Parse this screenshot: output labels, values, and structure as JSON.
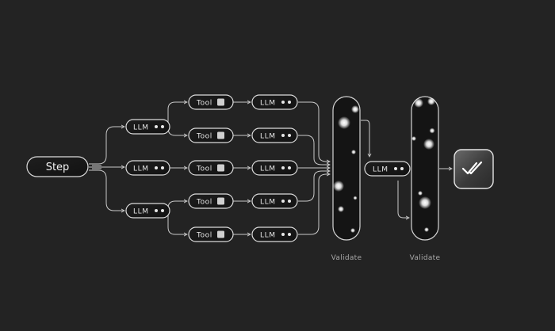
{
  "diagram": {
    "step_label": "Step",
    "llm_label": "LLM",
    "tool_label": "Tool",
    "validate_label": "Validate",
    "final_icon": "double-check-icon"
  },
  "colors": {
    "background": "#232323",
    "node_fill": "#1a1a1a",
    "node_stroke": "#dcdcdc",
    "connector": "#c8c8c8",
    "particle": "#ffffff"
  }
}
